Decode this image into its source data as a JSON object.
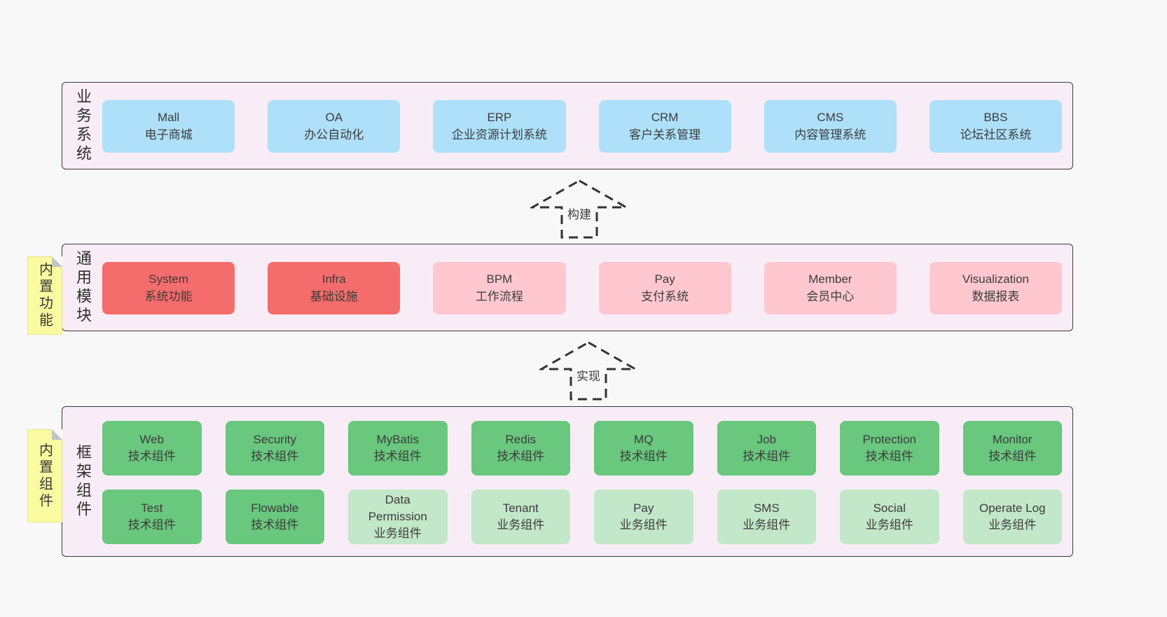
{
  "colors": {
    "page_bg": "#f8f8f8",
    "band_bg": "#f8edf6",
    "band_border": "#3a3a3a",
    "text": "#3c3c3c",
    "arrow": "#333333",
    "sticky_bg": "#fafaa0",
    "sticky_fold": "#c4c4c4",
    "blue": "#aee0fa",
    "red": "#f56c6c",
    "pink": "#ffc8d0",
    "green": "#69c77e",
    "light_green": "#c3e7c9"
  },
  "arrows": [
    {
      "label": "构建"
    },
    {
      "label": "实现"
    }
  ],
  "bands": [
    {
      "label": "业务系统",
      "rows": [
        [
          {
            "en": "Mall",
            "zh": "电子商城",
            "type": "blue"
          },
          {
            "en": "OA",
            "zh": "办公自动化",
            "type": "blue"
          },
          {
            "en": "ERP",
            "zh": "企业资源计划系统",
            "type": "blue"
          },
          {
            "en": "CRM",
            "zh": "客户关系管理",
            "type": "blue"
          },
          {
            "en": "CMS",
            "zh": "内容管理系统",
            "type": "blue"
          },
          {
            "en": "BBS",
            "zh": "论坛社区系统",
            "type": "blue"
          }
        ]
      ]
    },
    {
      "label": "通用模块",
      "sticky": "内置功能",
      "rows": [
        [
          {
            "en": "System",
            "zh": "系统功能",
            "type": "red"
          },
          {
            "en": "Infra",
            "zh": "基础设施",
            "type": "red"
          },
          {
            "en": "BPM",
            "zh": "工作流程",
            "type": "pink"
          },
          {
            "en": "Pay",
            "zh": "支付系统",
            "type": "pink"
          },
          {
            "en": "Member",
            "zh": "会员中心",
            "type": "pink"
          },
          {
            "en": "Visualization",
            "zh": "数据报表",
            "type": "pink"
          }
        ]
      ]
    },
    {
      "label": "框架组件",
      "sticky": "内置组件",
      "rows": [
        [
          {
            "en": "Web",
            "zh": "技术组件",
            "type": "green"
          },
          {
            "en": "Security",
            "zh": "技术组件",
            "type": "green"
          },
          {
            "en": "MyBatis",
            "zh": "技术组件",
            "type": "green"
          },
          {
            "en": "Redis",
            "zh": "技术组件",
            "type": "green"
          },
          {
            "en": "MQ",
            "zh": "技术组件",
            "type": "green"
          },
          {
            "en": "Job",
            "zh": "技术组件",
            "type": "green"
          },
          {
            "en": "Protection",
            "zh": "技术组件",
            "type": "green"
          },
          {
            "en": "Monitor",
            "zh": "技术组件",
            "type": "green"
          }
        ],
        [
          {
            "en": "Test",
            "zh": "技术组件",
            "type": "green"
          },
          {
            "en": "Flowable",
            "zh": "技术组件",
            "type": "green"
          },
          {
            "en": "Data Permission",
            "zh": "业务组件",
            "type": "light_green"
          },
          {
            "en": "Tenant",
            "zh": "业务组件",
            "type": "light_green"
          },
          {
            "en": "Pay",
            "zh": "业务组件",
            "type": "light_green"
          },
          {
            "en": "SMS",
            "zh": "业务组件",
            "type": "light_green"
          },
          {
            "en": "Social",
            "zh": "业务组件",
            "type": "light_green"
          },
          {
            "en": "Operate Log",
            "zh": "业务组件",
            "type": "light_green"
          }
        ]
      ]
    }
  ]
}
